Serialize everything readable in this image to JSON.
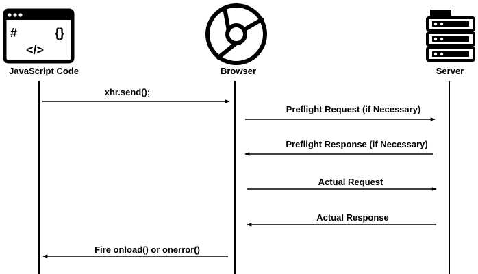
{
  "actors": {
    "javascript_code": {
      "label": "JavaScript Code",
      "icon": "code-window-icon",
      "icon_glyphs": {
        "hash": "#",
        "braces": "{}",
        "tag": "</>"
      }
    },
    "browser": {
      "label": "Browser",
      "icon": "browser-icon"
    },
    "server": {
      "label": "Server",
      "icon": "server-icon"
    }
  },
  "messages": [
    {
      "label": "xhr.send();",
      "from": "javascript_code",
      "to": "browser"
    },
    {
      "label": "Preflight Request (if Necessary)",
      "from": "browser",
      "to": "server"
    },
    {
      "label": "Preflight Response (if Necessary)",
      "from": "server",
      "to": "browser"
    },
    {
      "label": "Actual Request",
      "from": "browser",
      "to": "server"
    },
    {
      "label": "Actual Response",
      "from": "server",
      "to": "browser"
    },
    {
      "label": "Fire onload() or onerror()",
      "from": "browser",
      "to": "javascript_code"
    }
  ],
  "colors": {
    "ink": "#000000",
    "background": "#ffffff"
  }
}
